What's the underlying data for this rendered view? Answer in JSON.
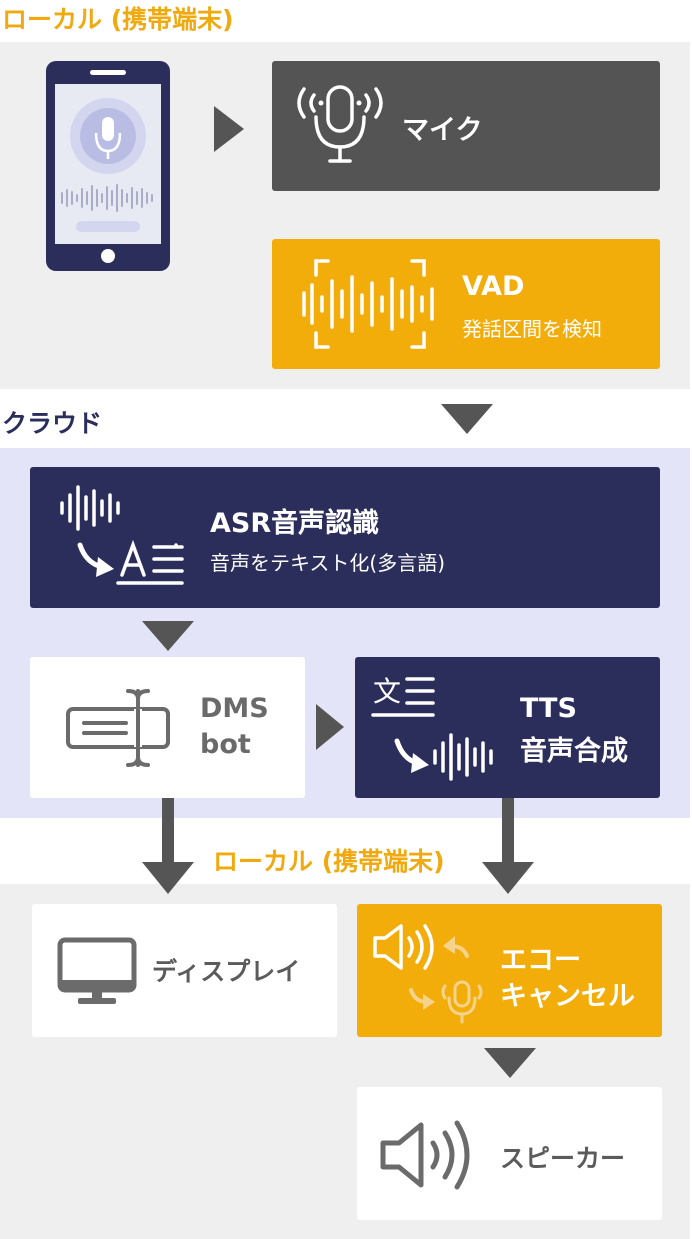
{
  "local_top": {
    "label": "ローカル (携帯端末)"
  },
  "mic": {
    "title": "マイク"
  },
  "vad": {
    "title": "VAD",
    "subtitle": "発話区間を検知"
  },
  "cloud": {
    "label": "クラウド"
  },
  "asr": {
    "title": "ASR音声認識",
    "subtitle": "音声をテキスト化(多言語)"
  },
  "dms": {
    "line1": "DMS",
    "line2": "bot"
  },
  "tts": {
    "line1": "TTS",
    "line2": "音声合成",
    "icon_text": "文"
  },
  "local_bottom": {
    "label": "ローカル (携帯端末)"
  },
  "display": {
    "title": "ディスプレイ"
  },
  "echo": {
    "line1": "エコー",
    "line2": "キャンセル"
  },
  "speaker": {
    "title": "スピーカー"
  },
  "colors": {
    "orange": "#f2ad0b",
    "navy": "#2b2e5a",
    "dark_gray": "#545454",
    "cloud_bg": "#e4e4f8",
    "local_bg": "#efefef"
  }
}
